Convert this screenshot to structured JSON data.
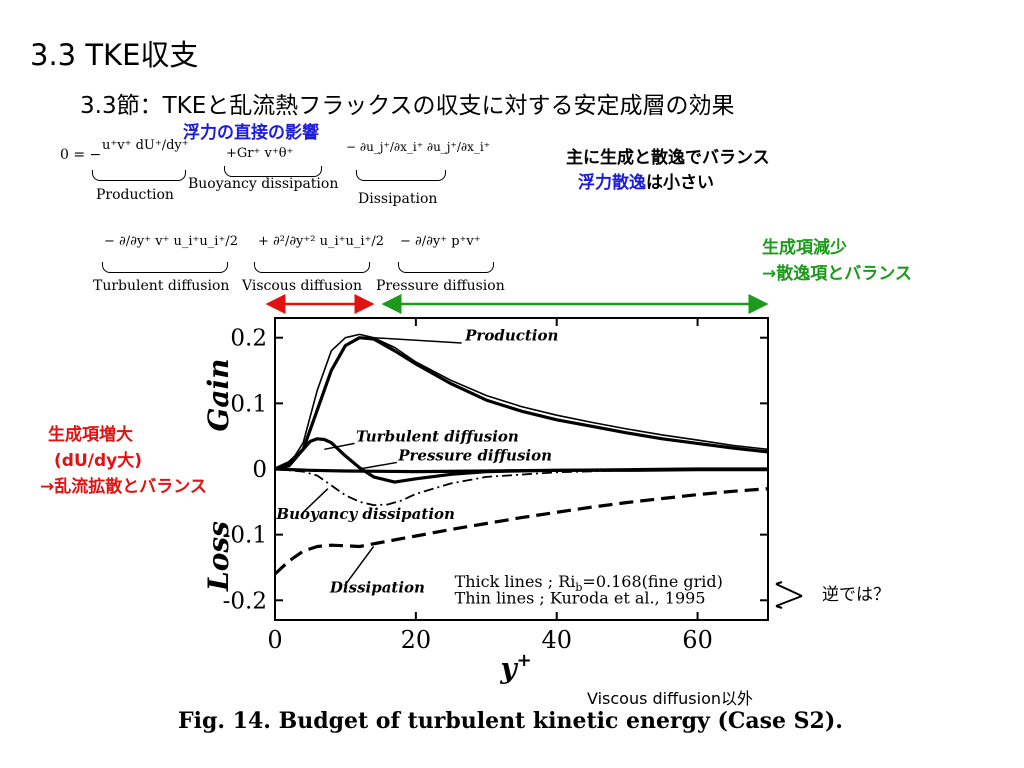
{
  "slide": {
    "title": "3.3 TKE収支",
    "subtitle": "3.3節：TKEと乱流熱フラックスの収支に対する安定成層の効果"
  },
  "equation": {
    "row1": {
      "lhs": "0 = −",
      "production_expr": "u⁺v⁺ dU⁺/dy⁺",
      "production_label": "Production",
      "buoyancy_expr": "+Gr⁺ v⁺θ⁺",
      "buoyancy_label": "Buoyancy dissipation",
      "dissipation_expr": "− ∂u_j⁺/∂x_i⁺ ∂u_j⁺/∂x_i⁺",
      "dissipation_label": "Dissipation"
    },
    "row2": {
      "turb_expr": "− ∂/∂y⁺ v⁺ u_i⁺u_i⁺/2",
      "turb_label": "Turbulent diffusion",
      "visc_expr": "+ ∂²/∂y⁺² u_i⁺u_i⁺/2",
      "visc_label": "Viscous diffusion",
      "press_expr": "− ∂/∂y⁺ p⁺v⁺",
      "press_label": "Pressure diffusion"
    }
  },
  "annotations": {
    "buoyancy_direct": "浮力の直接の影響",
    "balance_line1": "主に生成と散逸でバランス",
    "balance_line2_blue": "浮力散逸",
    "balance_line2_rest": "は小さい",
    "green_line1": "生成項減少",
    "green_line2": "→散逸項とバランス",
    "red_line1": "生成項増大",
    "red_line2": "(dU/dy大)",
    "red_line3": "→乱流拡散とバランス",
    "gyaku": "逆では？",
    "viscous_except": "Viscous diffusion以外"
  },
  "colors": {
    "blue": "#1c1cd9",
    "green": "#1b9a1b",
    "red": "#e21212"
  },
  "chart_data": {
    "type": "line",
    "ylabel_top": "Gain",
    "ylabel_bottom": "Loss",
    "xlabel": "y+",
    "xlim": [
      0,
      70
    ],
    "ylim": [
      -0.23,
      0.23
    ],
    "xticks": [
      0,
      20,
      40,
      60
    ],
    "yticks": [
      {
        "value": 0.2,
        "label": "0.2"
      },
      {
        "value": 0.1,
        "label": "0.1"
      },
      {
        "value": 0.0,
        "label": "0"
      },
      {
        "value": -0.1,
        "label": "-0.1"
      },
      {
        "value": -0.2,
        "label": "-0.2"
      }
    ],
    "legend_line1": "Thick lines ; Ri",
    "legend_line1_sub": "b",
    "legend_line1_rest": "=0.168(fine grid)",
    "legend_line2": "Thin lines ; Kuroda et al., 1995",
    "labels": {
      "production": "Production",
      "turbulent": "Turbulent diffusion",
      "pressure": "Pressure diffusion",
      "buoyancy": "Buoyancy dissipation",
      "dissipation": "Dissipation"
    },
    "series": [
      {
        "name": "Production",
        "style": "thick",
        "x": [
          0,
          2,
          4,
          6,
          8,
          10,
          12,
          14,
          17,
          20,
          25,
          30,
          35,
          40,
          45,
          50,
          55,
          60,
          65,
          70
        ],
        "y": [
          0,
          0.005,
          0.03,
          0.09,
          0.15,
          0.188,
          0.2,
          0.198,
          0.18,
          0.16,
          0.13,
          0.105,
          0.088,
          0.075,
          0.065,
          0.055,
          0.046,
          0.039,
          0.032,
          0.026
        ]
      },
      {
        "name": "Production",
        "style": "thin",
        "x": [
          0,
          2,
          4,
          6,
          8,
          10,
          12,
          14,
          17,
          20,
          25,
          30,
          35,
          40,
          45,
          50,
          55,
          60,
          65,
          70
        ],
        "y": [
          0,
          0.006,
          0.04,
          0.12,
          0.18,
          0.2,
          0.205,
          0.2,
          0.185,
          0.163,
          0.135,
          0.112,
          0.095,
          0.082,
          0.071,
          0.061,
          0.052,
          0.044,
          0.036,
          0.03
        ]
      },
      {
        "name": "Turbulent diffusion",
        "style": "thick",
        "x": [
          0,
          2,
          4,
          5,
          6,
          7,
          8,
          10,
          12,
          14,
          17,
          20,
          25,
          30,
          40,
          50,
          60,
          70
        ],
        "y": [
          0,
          0.01,
          0.03,
          0.042,
          0.046,
          0.045,
          0.04,
          0.02,
          0.002,
          -0.012,
          -0.02,
          -0.015,
          -0.008,
          -0.004,
          -0.002,
          -0.001,
          0,
          0
        ]
      },
      {
        "name": "Pressure diffusion",
        "style": "thick",
        "x": [
          0,
          5,
          10,
          20,
          30,
          40,
          50,
          60,
          70
        ],
        "y": [
          0,
          -0.002,
          -0.003,
          -0.004,
          -0.003,
          -0.002,
          -0.002,
          -0.001,
          -0.001
        ]
      },
      {
        "name": "Buoyancy dissipation",
        "style": "dashdot",
        "x": [
          0,
          4,
          6,
          8,
          10,
          12,
          14,
          16,
          18,
          20,
          25,
          30,
          40,
          50,
          60,
          70
        ],
        "y": [
          0,
          -0.004,
          -0.01,
          -0.025,
          -0.04,
          -0.05,
          -0.055,
          -0.054,
          -0.048,
          -0.038,
          -0.022,
          -0.012,
          -0.005,
          -0.002,
          -0.001,
          0
        ]
      },
      {
        "name": "Dissipation",
        "style": "dashed",
        "x": [
          0,
          2,
          4,
          6,
          8,
          10,
          12,
          15,
          20,
          25,
          30,
          35,
          40,
          45,
          50,
          55,
          60,
          65,
          70
        ],
        "y": [
          -0.16,
          -0.14,
          -0.125,
          -0.118,
          -0.116,
          -0.117,
          -0.118,
          -0.112,
          -0.102,
          -0.092,
          -0.083,
          -0.074,
          -0.066,
          -0.058,
          -0.051,
          -0.045,
          -0.039,
          -0.034,
          -0.03
        ]
      }
    ]
  },
  "caption": "Fig.  14.  Budget of turbulent kinetic energy (Case S2)."
}
